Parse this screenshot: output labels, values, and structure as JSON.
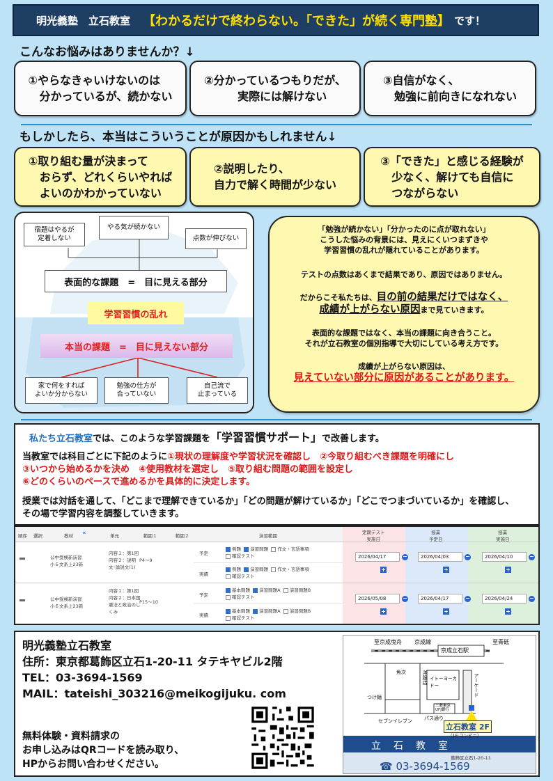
{
  "header": {
    "school": "明光義塾　立石教室",
    "slogan": "【わかるだけで終わらない。「できた」が続く専門塾】",
    "suffix": "です！"
  },
  "worries": {
    "title": "こんなお悩みはありませんか？↓",
    "items": [
      [
        "①やらなきゃいけないのは",
        "　分かっているが、続かない"
      ],
      [
        "②分かっているつもりだが、",
        "　　　実際には解けない"
      ],
      [
        "③自信がなく、",
        "　勉強に前向きになれない"
      ]
    ]
  },
  "causes": {
    "title": "もしかしたら、本当はこういうことが原因かもしれません↓",
    "items": [
      [
        "①取り組む量が決まって",
        "　おらず、どれくらいやれば",
        "　よいのかわかっていない"
      ],
      [
        "②説明したり、",
        "自力で解く時間が少ない"
      ],
      [
        "③「できた」と感じる経験が",
        "　少なく、解けても自信に",
        "　つながらない"
      ]
    ]
  },
  "diagram": {
    "top_boxes": [
      [
        "宿題はやるが",
        "定着しない"
      ],
      [
        "やる気が続かない"
      ],
      [
        "点数が伸びない"
      ]
    ],
    "surface": "表面的な課題　=　目に見える部分",
    "habit": "学習習慣の乱れ",
    "true_issue": "本当の課題　=　目に見えない部分",
    "bottom_boxes": [
      [
        "家で何をすれば",
        "よいか分からない"
      ],
      [
        "勉強の仕方が",
        "合っていない"
      ],
      [
        "自己流で",
        "止まっている"
      ]
    ]
  },
  "callout": {
    "p1": [
      "「勉強が続かない」「分かったのに点が取れない」",
      "こうした悩みの背景には、見えにくいつまずきや",
      "学習習慣の乱れが隠れていることがあります。"
    ],
    "p2": "テストの点数はあくまで結果であり、原因ではありません。",
    "p3a": "だからこそ私たちは、",
    "p3b": "目の前の結果だけではなく、",
    "p3c": "成績が上がらない原因",
    "p3d": "まで見ていきます。",
    "p4": [
      "表面的な課題ではなく、本当の課題に向き合うこと。",
      "それが立石教室の個別指導で大切にしている考え方です。"
    ],
    "p5": "成績が上がらない原因は、",
    "p6": "見えていない部分に原因があることがあります。"
  },
  "support": {
    "l1a": "私たち立石教室",
    "l1b": "では、このような学習課題を",
    "l1c": "「学習習慣サポート」",
    "l1d": "で改善します。",
    "l2a": "当教室では科目ごとに下記のように",
    "l2b": "①現状の理解度や学習状況を確認し　②今取り組むべき課題を明確にし",
    "l3": "③いつから始めるかを決め　④使用教材を選定し　⑤取り組む問題の範囲を設定し",
    "l4": "⑥どのくらいのペースで進めるかを具体的に決定します。",
    "l5": "授業では対話を通して、「どこまで理解できているか」「どの問題が解けているか」「どこでつまづいているか」を確認し、",
    "l6": "その場で学習内容を調整していきます。"
  },
  "table": {
    "headers": {
      "order": "順序",
      "select": "選択",
      "material": "教材",
      "unit": "単元",
      "range1": "範囲１",
      "range2": "範囲２",
      "practice": "演習範囲",
      "test": [
        "定期テスト",
        "実施日"
      ],
      "plan": [
        "授業",
        "予定日"
      ],
      "actual": [
        "授業",
        "実施日"
      ]
    },
    "labels": {
      "plan": "予定",
      "done": "実績"
    },
    "rows": [
      {
        "material": [
          "公中受検新演習",
          "小６文系上23新"
        ],
        "unit": [
          "内容１：第1回",
          "内容２：説明",
          "文･論説文(1)"
        ],
        "range": "P4～9",
        "plan_checks": [
          [
            "例題",
            true
          ],
          [
            "演習問題",
            true
          ],
          [
            "作文・言語事項",
            false
          ],
          [
            "確認テスト",
            false
          ]
        ],
        "done_checks": [
          [
            "例題",
            true
          ],
          [
            "演習問題",
            true
          ],
          [
            "作文・言語事項",
            false
          ],
          [
            "確認テスト",
            false
          ]
        ],
        "dates": [
          "2026/04/17",
          "2026/04/03",
          "2026/04/10"
        ]
      },
      {
        "material": [
          "公中受検新演習",
          "小６文系上23新"
        ],
        "unit": [
          "内容１：第1回",
          "内容２：日本国",
          "憲法と政治のし",
          "くみ"
        ],
        "range": "P15～10",
        "plan_checks": [
          [
            "基本問題",
            true
          ],
          [
            "演習問題A",
            true
          ],
          [
            "演習問題B",
            false
          ],
          [
            "確認テスト",
            false
          ]
        ],
        "done_checks": [
          [
            "基本問題",
            true
          ],
          [
            "演習問題A",
            true
          ],
          [
            "演習問題B",
            false
          ],
          [
            "確認テスト",
            false
          ]
        ],
        "dates": [
          "2026/05/08",
          "2026/04/17",
          "2026/04/24"
        ]
      }
    ]
  },
  "contact": {
    "name": "明光義塾立石教室",
    "address": "住所：東京都葛飾区立石1-20-11 タテキヤビル2階",
    "tel": "TEL：03-3694-1569",
    "mail": "MAIL：tateishi_303216@meikogijuku. com",
    "cta": [
      "無料体験・資料請求の",
      "お申し込みはQRコードを読み取り、",
      "HPからお問い合わせください。"
    ]
  },
  "map": {
    "line1": "至京成曳舟",
    "line1b": "京成線",
    "line2": "至青砥",
    "station": "京成立石駅",
    "s1": "魚次",
    "s2": "洋服店",
    "s3": "イトーヨーカドー",
    "s4": "アーケード",
    "s5": "三菱東京UFJ銀行",
    "s6": "つけ麺",
    "s7": "パス通り",
    "s8": "セブンイレブン",
    "school": "立石教室",
    "floor": "2F",
    "sub": "（1F:コンビニ）",
    "band": "立　石　教　室",
    "addr": "葛飾区立石1-20-11",
    "tel": "03-3694-1569"
  },
  "colors": {
    "accent": "#1f3e63",
    "highlight": "#ffe000",
    "warn": "#e01818",
    "link": "#1f6fc0"
  }
}
